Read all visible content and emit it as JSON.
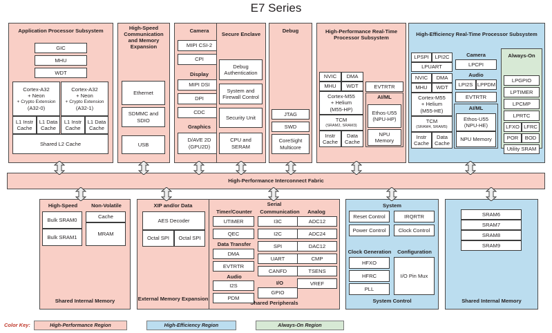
{
  "title": "E7 Series",
  "colors": {
    "high_performance": "#F9CFC6",
    "high_efficiency": "#BBDDEF",
    "always_on": "#D7E9D5",
    "white": "#FFFFFF",
    "key_title": "#C0392B"
  },
  "top_row": {
    "app_processor": {
      "title": "Application Processor Subsystem",
      "blocks": [
        "GIC",
        "MHU",
        "WDT"
      ],
      "core0": {
        "lines": [
          "Cortex-A32",
          "+ Neon",
          "+ Crypto Extension",
          "(A32-0)"
        ],
        "caches": [
          "L1 Instr Cache",
          "L1 Data Cache"
        ]
      },
      "core1": {
        "lines": [
          "Cortex-A32",
          "+ Neon",
          "+ Crypto Extension",
          "(A32-1)"
        ],
        "caches": [
          "L1 Instr Cache",
          "L1 Data Cache"
        ]
      },
      "shared_cache": "Shared L2 Cache"
    },
    "high_speed_comm": {
      "title": "High-Speed Communication and Memory Expansion",
      "blocks": [
        "Ethernet",
        "SDMMC and SDIO",
        "USB"
      ]
    },
    "camera_display_graphics": {
      "camera_title": "Camera",
      "camera_blocks": [
        "MIPI CSI-2",
        "CPI"
      ],
      "display_title": "Display",
      "display_blocks": [
        "MIPI DSI",
        "DPI",
        "CDC"
      ],
      "graphics_title": "Graphics",
      "graphics_blocks": [
        "D/AVE 2D (GPU2D)"
      ]
    },
    "secure_enclave": {
      "title": "Secure Enclave",
      "blocks": [
        "Debug Authentication",
        "System and Firewall Control",
        "Security Unit",
        "CPU and SERAM"
      ]
    },
    "debug": {
      "title": "Debug",
      "blocks": [
        "JTAG",
        "SWD",
        "CoreSight Multicore"
      ]
    },
    "hp_realtime": {
      "title": "High-Performance Real-Time Processor Subsystem",
      "small_blocks": [
        "NVIC",
        "DMA",
        "MHU",
        "WDT"
      ],
      "core": [
        "Cortex-M55",
        "+ Helium",
        "(M55-HP)"
      ],
      "tcm_label": "TCM",
      "tcm_sub": "(SRAM2, SRAM3)",
      "caches": [
        "Instr Cache",
        "Data Cache"
      ],
      "evtrtr": "EVTRTR",
      "aiml_title": "AI/ML",
      "aiml_blocks": [
        "Ethos-U55 (NPU-HP)",
        "NPU Memory"
      ]
    },
    "he_realtime": {
      "title": "High-Efficiency Real-Time Processor Subsystem",
      "lp_blocks": [
        "LPSPI",
        "LPI2C",
        "LPUART"
      ],
      "small_blocks": [
        "NVIC",
        "DMA",
        "MHU",
        "WDT"
      ],
      "core": [
        "Cortex-M55",
        "+ Helium",
        "(M55-HE)"
      ],
      "tcm_label": "TCM",
      "tcm_sub": "(SRAM4, SRAM5)",
      "caches": [
        "Instr Cache",
        "Data Cache"
      ],
      "camera_title": "Camera",
      "camera_blocks": [
        "LPCPI"
      ],
      "audio_title": "Audio",
      "audio_blocks": [
        "LPI2S",
        "LPPDM"
      ],
      "evtrtr": "EVTRTR",
      "aiml_title": "AI/ML",
      "aiml_blocks": [
        "Ethos-U55 (NPU-HE)",
        "NPU Memory"
      ],
      "always_on_title": "Always-On",
      "always_on_blocks": [
        "LPGPIO",
        "LPTIMER",
        "LPCMP",
        "LPRTC"
      ],
      "always_on_pairs": [
        [
          "LFXO",
          "LFRC"
        ],
        [
          "POR",
          "BOD"
        ]
      ],
      "always_on_last": "Utility SRAM"
    }
  },
  "fabric": {
    "label": "High-Performance Interconnect Fabric"
  },
  "bottom_row": {
    "shared_internal_memory_left": {
      "footer": "Shared Internal Memory",
      "high_speed_title": "High-Speed",
      "high_speed_blocks": [
        "Bulk SRAM0",
        "Bulk SRAM1"
      ],
      "non_volatile_title": "Non-Volatile",
      "non_volatile_blocks": [
        "Cache",
        "MRAM"
      ]
    },
    "external_memory": {
      "footer": "External Memory Expansion",
      "xip_title": "XIP and/or Data",
      "aes": "AES Decoder",
      "octal": [
        "Octal SPI",
        "Octal SPI"
      ]
    },
    "shared_peripherals": {
      "footer": "Shared Peripherals",
      "serial_title": "Serial",
      "timer_title": "Timer/Counter",
      "timer_blocks": [
        "UTIMER",
        "QEC"
      ],
      "data_transfer_title": "Data Transfer",
      "data_transfer_blocks": [
        "DMA",
        "EVTRTR"
      ],
      "audio_title": "Audio",
      "audio_blocks": [
        "I2S",
        "PDM"
      ],
      "communication_title": "Communication",
      "communication_blocks": [
        "I3C",
        "I2C",
        "SPI",
        "UART",
        "CANFD"
      ],
      "io_title": "I/O",
      "io_blocks": [
        "GPIO"
      ],
      "analog_title": "Analog",
      "analog_blocks": [
        "ADC12",
        "ADC24",
        "DAC12",
        "CMP",
        "TSENS",
        "VREF"
      ]
    },
    "system_control": {
      "footer": "System Control",
      "system_title": "System",
      "system_blocks": [
        "Reset Control",
        "IRQRTR",
        "Power Control",
        "Clock Control"
      ],
      "clock_gen_title": "Clock Generation",
      "clock_gen_blocks": [
        "HFXO",
        "HFRC",
        "PLL"
      ],
      "config_title": "Configuration",
      "config_blocks": [
        "I/O Pin Mux"
      ]
    },
    "shared_internal_memory_right": {
      "footer": "Shared Internal Memory",
      "blocks": [
        "SRAM6",
        "SRAM7",
        "SRAM8",
        "SRAM9"
      ]
    }
  },
  "color_key": {
    "label": "Color Key:",
    "items": [
      {
        "text": "High-Performance Region",
        "color": "#F9CFC6"
      },
      {
        "text": "High-Efficiency Region",
        "color": "#BBDDEF"
      },
      {
        "text": "Always-On Region",
        "color": "#D7E9D5"
      }
    ]
  }
}
